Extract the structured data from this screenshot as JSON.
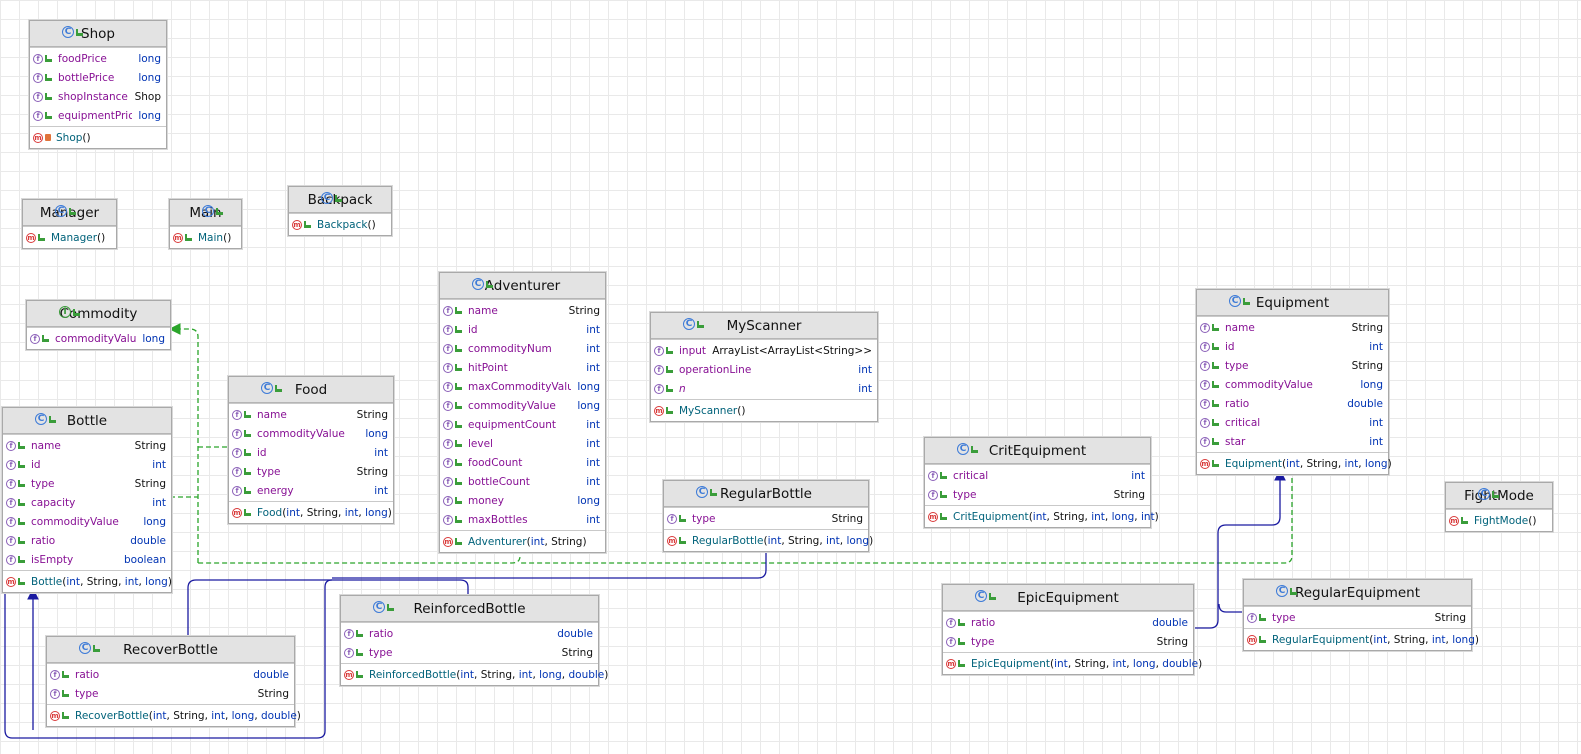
{
  "diagram": {
    "colors": {
      "inheritance": "#1a1aa0",
      "implements": "#2aa52a",
      "type_primitive": "#0033b3",
      "field_name": "#871094",
      "method_name": "#00627a"
    },
    "classes": [
      {
        "id": "shop",
        "kind": "class",
        "title": "Shop",
        "fields": [
          {
            "name": "foodPrice",
            "type": "long"
          },
          {
            "name": "bottlePrice",
            "type": "long"
          },
          {
            "name": "shopInstance",
            "type": "Shop"
          },
          {
            "name": "equipmentPrice",
            "type": "long"
          }
        ],
        "methods": [
          {
            "name": "Shop",
            "args": [],
            "vis": "private"
          }
        ]
      },
      {
        "id": "manager",
        "kind": "class",
        "title": "Manager",
        "fields": [],
        "methods": [
          {
            "name": "Manager",
            "args": []
          }
        ]
      },
      {
        "id": "main",
        "kind": "class",
        "title": "Main",
        "fields": [],
        "methods": [
          {
            "name": "Main",
            "args": []
          }
        ]
      },
      {
        "id": "backpack",
        "kind": "class",
        "title": "Backpack",
        "fields": [],
        "methods": [
          {
            "name": "Backpack",
            "args": []
          }
        ]
      },
      {
        "id": "commodity",
        "kind": "interface",
        "title": "Commodity",
        "fields": [
          {
            "name": "commodityValue",
            "type": "long"
          }
        ],
        "methods": []
      },
      {
        "id": "adventurer",
        "kind": "class",
        "title": "Adventurer",
        "fields": [
          {
            "name": "name",
            "type": "String"
          },
          {
            "name": "id",
            "type": "int"
          },
          {
            "name": "commodityNum",
            "type": "int"
          },
          {
            "name": "hitPoint",
            "type": "int"
          },
          {
            "name": "maxCommodityValue",
            "type": "long"
          },
          {
            "name": "commodityValue",
            "type": "long"
          },
          {
            "name": "equipmentCount",
            "type": "int"
          },
          {
            "name": "level",
            "type": "int"
          },
          {
            "name": "foodCount",
            "type": "int"
          },
          {
            "name": "bottleCount",
            "type": "int"
          },
          {
            "name": "money",
            "type": "long"
          },
          {
            "name": "maxBottles",
            "type": "int"
          }
        ],
        "methods": [
          {
            "name": "Adventurer",
            "args": [
              "int",
              "String"
            ]
          }
        ]
      },
      {
        "id": "myscanner",
        "kind": "class",
        "title": "MyScanner",
        "fields": [
          {
            "name": "inputInfo",
            "type": "ArrayList<ArrayList<String>>"
          },
          {
            "name": "operationLine",
            "type": "int"
          },
          {
            "name": "n",
            "type": "int",
            "italic": true
          }
        ],
        "methods": [
          {
            "name": "MyScanner",
            "args": []
          }
        ]
      },
      {
        "id": "equipment",
        "kind": "class",
        "title": "Equipment",
        "fields": [
          {
            "name": "name",
            "type": "String"
          },
          {
            "name": "id",
            "type": "int"
          },
          {
            "name": "type",
            "type": "String"
          },
          {
            "name": "commodityValue",
            "type": "long"
          },
          {
            "name": "ratio",
            "type": "double"
          },
          {
            "name": "critical",
            "type": "int"
          },
          {
            "name": "star",
            "type": "int"
          }
        ],
        "methods": [
          {
            "name": "Equipment",
            "args": [
              "int",
              "String",
              "int",
              "long"
            ]
          }
        ]
      },
      {
        "id": "food",
        "kind": "class",
        "title": "Food",
        "fields": [
          {
            "name": "name",
            "type": "String"
          },
          {
            "name": "commodityValue",
            "type": "long"
          },
          {
            "name": "id",
            "type": "int"
          },
          {
            "name": "type",
            "type": "String"
          },
          {
            "name": "energy",
            "type": "int"
          }
        ],
        "methods": [
          {
            "name": "Food",
            "args": [
              "int",
              "String",
              "int",
              "long"
            ]
          }
        ]
      },
      {
        "id": "bottle",
        "kind": "class",
        "title": "Bottle",
        "fields": [
          {
            "name": "name",
            "type": "String"
          },
          {
            "name": "id",
            "type": "int"
          },
          {
            "name": "type",
            "type": "String"
          },
          {
            "name": "capacity",
            "type": "int"
          },
          {
            "name": "commodityValue",
            "type": "long"
          },
          {
            "name": "ratio",
            "type": "double"
          },
          {
            "name": "isEmpty",
            "type": "boolean"
          }
        ],
        "methods": [
          {
            "name": "Bottle",
            "args": [
              "int",
              "String",
              "int",
              "long"
            ]
          }
        ]
      },
      {
        "id": "critequipment",
        "kind": "class",
        "title": "CritEquipment",
        "fields": [
          {
            "name": "critical",
            "type": "int"
          },
          {
            "name": "type",
            "type": "String"
          }
        ],
        "methods": [
          {
            "name": "CritEquipment",
            "args": [
              "int",
              "String",
              "int",
              "long",
              "int"
            ]
          }
        ]
      },
      {
        "id": "regularbottle",
        "kind": "class",
        "title": "RegularBottle",
        "fields": [
          {
            "name": "type",
            "type": "String"
          }
        ],
        "methods": [
          {
            "name": "RegularBottle",
            "args": [
              "int",
              "String",
              "int",
              "long"
            ]
          }
        ]
      },
      {
        "id": "fightmode",
        "kind": "class",
        "title": "FightMode",
        "fields": [],
        "methods": [
          {
            "name": "FightMode",
            "args": []
          }
        ]
      },
      {
        "id": "epicequipment",
        "kind": "class",
        "title": "EpicEquipment",
        "fields": [
          {
            "name": "ratio",
            "type": "double"
          },
          {
            "name": "type",
            "type": "String"
          }
        ],
        "methods": [
          {
            "name": "EpicEquipment",
            "args": [
              "int",
              "String",
              "int",
              "long",
              "double"
            ]
          }
        ]
      },
      {
        "id": "regularequipment",
        "kind": "class",
        "title": "RegularEquipment",
        "fields": [
          {
            "name": "type",
            "type": "String"
          }
        ],
        "methods": [
          {
            "name": "RegularEquipment",
            "args": [
              "int",
              "String",
              "int",
              "long"
            ]
          }
        ]
      },
      {
        "id": "reinforcedbottle",
        "kind": "class",
        "title": "ReinforcedBottle",
        "fields": [
          {
            "name": "ratio",
            "type": "double"
          },
          {
            "name": "type",
            "type": "String"
          }
        ],
        "methods": [
          {
            "name": "ReinforcedBottle",
            "args": [
              "int",
              "String",
              "int",
              "long",
              "double"
            ]
          }
        ]
      },
      {
        "id": "recoverbottle",
        "kind": "class",
        "title": "RecoverBottle",
        "fields": [
          {
            "name": "ratio",
            "type": "double"
          },
          {
            "name": "type",
            "type": "String"
          }
        ],
        "methods": [
          {
            "name": "RecoverBottle",
            "args": [
              "int",
              "String",
              "int",
              "long",
              "double"
            ]
          }
        ]
      }
    ],
    "relations": [
      {
        "from": "food",
        "to": "commodity",
        "kind": "implements"
      },
      {
        "from": "bottle",
        "to": "commodity",
        "kind": "implements"
      },
      {
        "from": "adventurer",
        "to": "commodity",
        "kind": "implements"
      },
      {
        "from": "equipment",
        "to": "commodity",
        "kind": "implements"
      },
      {
        "from": "regularbottle",
        "to": "bottle",
        "kind": "extends"
      },
      {
        "from": "reinforcedbottle",
        "to": "bottle",
        "kind": "extends"
      },
      {
        "from": "recoverbottle",
        "to": "bottle",
        "kind": "extends"
      },
      {
        "from": "epicequipment",
        "to": "equipment",
        "kind": "extends"
      },
      {
        "from": "regularequipment",
        "to": "equipment",
        "kind": "extends"
      }
    ]
  }
}
